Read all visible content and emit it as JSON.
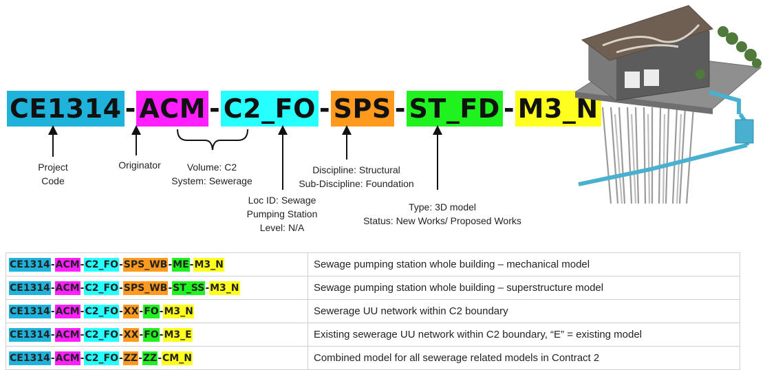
{
  "code": {
    "segments": [
      {
        "text": "CE1314",
        "color": "#1fb3dc"
      },
      {
        "text": "ACM",
        "color": "#ff1fff"
      },
      {
        "text": "C2_FO",
        "color": "#26ffff"
      },
      {
        "text": "SPS",
        "color": "#ff9a1f"
      },
      {
        "text": "ST_FD",
        "color": "#1ff21f"
      },
      {
        "text": "M3_N",
        "color": "#ffff1f"
      }
    ],
    "separator": "-"
  },
  "labels": {
    "project_code": {
      "line1": "Project",
      "line2": "Code"
    },
    "originator": {
      "line1": "Originator"
    },
    "volume": {
      "line1": "Volume: C2",
      "line2": "System: Sewerage"
    },
    "loc": {
      "line1": "Loc ID: Sewage",
      "line2": "Pumping Station",
      "line3": "Level: N/A"
    },
    "discipline": {
      "line1": "Discipline: Structural",
      "line2": "Sub-Discipline: Foundation"
    },
    "type": {
      "line1": "Type: 3D model",
      "line2": "Status: New Works/ Proposed Works"
    }
  },
  "legend": {
    "rows": [
      {
        "code": [
          {
            "text": "CE1314",
            "color": "#1fb3dc"
          },
          {
            "text": "ACM",
            "color": "#ff1fff"
          },
          {
            "text": "C2_FO",
            "color": "#26ffff"
          },
          {
            "text": "SPS_WB",
            "color": "#ff9a1f"
          },
          {
            "text": "ME",
            "color": "#1ff21f"
          },
          {
            "text": "M3_N",
            "color": "#ffff1f"
          }
        ],
        "description": "Sewage pumping station whole building – mechanical model"
      },
      {
        "code": [
          {
            "text": "CE1314",
            "color": "#1fb3dc"
          },
          {
            "text": "ACM",
            "color": "#ff1fff"
          },
          {
            "text": "C2_FO",
            "color": "#26ffff"
          },
          {
            "text": "SPS_WB",
            "color": "#ff9a1f"
          },
          {
            "text": "ST_SS",
            "color": "#1ff21f"
          },
          {
            "text": "M3_N",
            "color": "#ffff1f"
          }
        ],
        "description": "Sewage pumping station whole building – superstructure model"
      },
      {
        "code": [
          {
            "text": "CE1314",
            "color": "#1fb3dc"
          },
          {
            "text": "ACM",
            "color": "#ff1fff"
          },
          {
            "text": "C2_FO",
            "color": "#26ffff"
          },
          {
            "text": "XX",
            "color": "#ff9a1f"
          },
          {
            "text": "FO",
            "color": "#1ff21f"
          },
          {
            "text": "M3_N",
            "color": "#ffff1f"
          }
        ],
        "description": "Sewerage UU network within C2 boundary"
      },
      {
        "code": [
          {
            "text": "CE1314",
            "color": "#1fb3dc"
          },
          {
            "text": "ACM",
            "color": "#ff1fff"
          },
          {
            "text": "C2_FO",
            "color": "#26ffff"
          },
          {
            "text": "XX",
            "color": "#ff9a1f"
          },
          {
            "text": "FO",
            "color": "#1ff21f"
          },
          {
            "text": "M3_E",
            "color": "#ffff1f"
          }
        ],
        "description": "Existing sewerage UU network within C2 boundary, “E” = existing model"
      },
      {
        "code": [
          {
            "text": "CE1314",
            "color": "#1fb3dc"
          },
          {
            "text": "ACM",
            "color": "#ff1fff"
          },
          {
            "text": "C2_FO",
            "color": "#26ffff"
          },
          {
            "text": "ZZ",
            "color": "#ff9a1f"
          },
          {
            "text": "ZZ",
            "color": "#1ff21f"
          },
          {
            "text": "CM_N",
            "color": "#ffff1f"
          }
        ],
        "description": "Combined model for all sewerage related models in Contract 2"
      }
    ]
  }
}
